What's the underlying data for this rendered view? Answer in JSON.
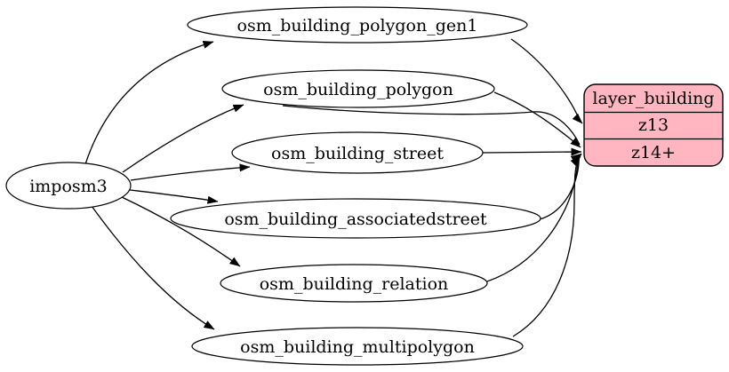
{
  "diagram": {
    "kind": "etl-graph",
    "source": {
      "label": "imposm3"
    },
    "tables": [
      {
        "label": "osm_building_polygon_gen1"
      },
      {
        "label": "osm_building_polygon"
      },
      {
        "label": "osm_building_street"
      },
      {
        "label": "osm_building_associatedstreet"
      },
      {
        "label": "osm_building_relation"
      },
      {
        "label": "osm_building_multipolygon"
      }
    ],
    "layer": {
      "title": "layer_building",
      "rows": [
        {
          "label": "z13"
        },
        {
          "label": "z14+"
        }
      ]
    },
    "edges": [
      {
        "from": "imposm3",
        "to": "osm_building_polygon_gen1"
      },
      {
        "from": "imposm3",
        "to": "osm_building_polygon"
      },
      {
        "from": "imposm3",
        "to": "osm_building_street"
      },
      {
        "from": "imposm3",
        "to": "osm_building_associatedstreet"
      },
      {
        "from": "imposm3",
        "to": "osm_building_relation"
      },
      {
        "from": "imposm3",
        "to": "osm_building_multipolygon"
      },
      {
        "from": "osm_building_polygon_gen1",
        "to": "layer_building:z13"
      },
      {
        "from": "osm_building_polygon",
        "to": "layer_building:z14+"
      },
      {
        "from": "osm_building_street",
        "to": "layer_building:z14+"
      },
      {
        "from": "osm_building_associatedstreet",
        "to": "layer_building:z14+"
      },
      {
        "from": "osm_building_relation",
        "to": "layer_building:z14+"
      },
      {
        "from": "osm_building_multipolygon",
        "to": "layer_building:z14+"
      }
    ],
    "colors": {
      "layer_fill": "#ffb6c1",
      "node_fill": "#ffffff",
      "stroke": "#000000",
      "background": "#ffffff"
    }
  }
}
